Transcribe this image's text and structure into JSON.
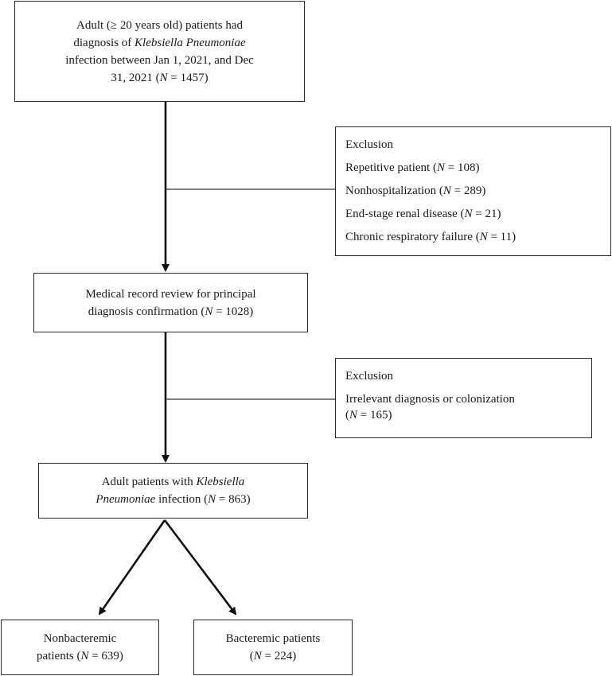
{
  "box_top": {
    "line1": "Adult (≥ 20 years old) patients had",
    "line2_pre": "diagnosis of ",
    "line2_italic": "Klebsiella Pneumoniae",
    "line3": "infection between Jan 1, 2021, and Dec",
    "line4_pre": "31, 2021 (",
    "line4_n": "N",
    "line4_post": " = 1457)"
  },
  "exclusion1": {
    "title": "Exclusion",
    "items": [
      {
        "pre": "Repetitive patient (",
        "n": "N",
        "post": " = 108)"
      },
      {
        "pre": "Nonhospitalization (",
        "n": "N",
        "post": " = 289)"
      },
      {
        "pre": "End-stage renal disease (",
        "n": "N",
        "post": " = 21)"
      },
      {
        "pre": "Chronic respiratory failure (",
        "n": "N",
        "post": " = 11)"
      }
    ]
  },
  "box_review": {
    "line1": "Medical record review for principal",
    "line2_pre": "diagnosis confirmation (",
    "line2_n": "N",
    "line2_post": " = 1028)"
  },
  "exclusion2": {
    "title": "Exclusion",
    "line1": "Irrelevant diagnosis or colonization",
    "line2_pre": "(",
    "line2_n": "N",
    "line2_post": " = 165)"
  },
  "box_adult": {
    "line1_pre": "Adult patients with ",
    "line1_italic": "Klebsiella",
    "line2_italic": "Pneumoniae",
    "line2_mid": " infection (",
    "line2_n": "N",
    "line2_post": " = 863)"
  },
  "box_nonbact": {
    "line1": "Nonbacteremic",
    "line2_pre": "patients (",
    "line2_n": "N",
    "line2_post": " = 639)"
  },
  "box_bact": {
    "line1": "Bacteremic patients",
    "line2_pre": "(",
    "line2_n": "N",
    "line2_post": " = 224)"
  }
}
